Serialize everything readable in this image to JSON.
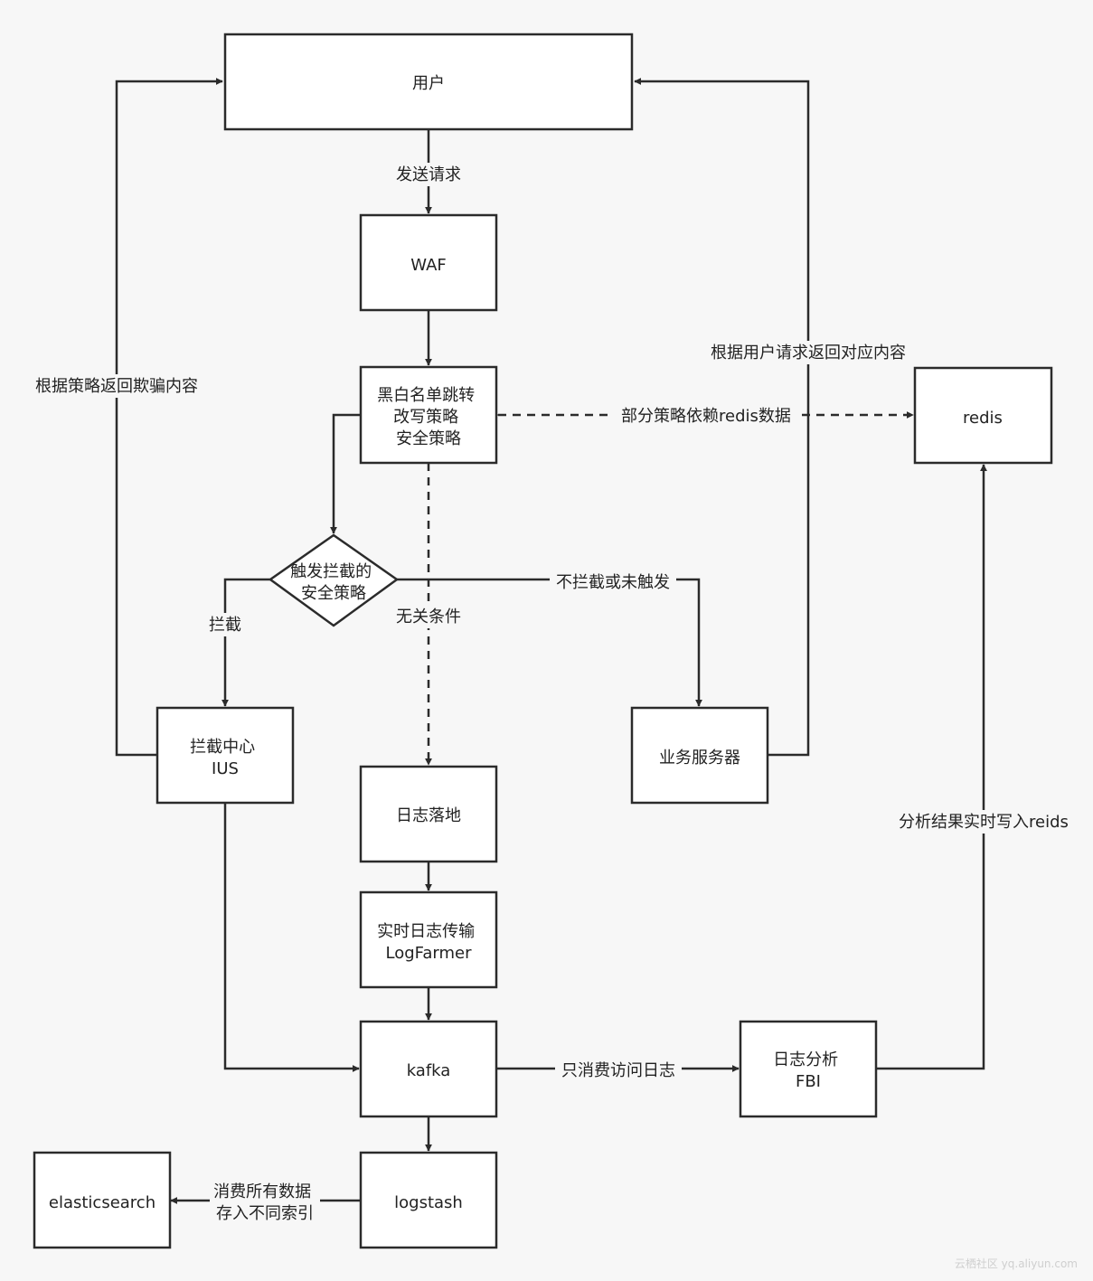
{
  "nodes": {
    "user": {
      "lines": [
        "用户"
      ]
    },
    "waf": {
      "lines": [
        "WAF"
      ]
    },
    "policy": {
      "lines": [
        "黑白名单跳转",
        "改写策略",
        "安全策略"
      ]
    },
    "decision": {
      "lines": [
        "触发拦截的",
        "安全策略"
      ]
    },
    "intercept": {
      "lines": [
        "拦截中心",
        "IUS"
      ]
    },
    "business": {
      "lines": [
        "业务服务器"
      ]
    },
    "redis": {
      "lines": [
        "redis"
      ]
    },
    "logland": {
      "lines": [
        "日志落地"
      ]
    },
    "logfarmer": {
      "lines": [
        "实时日志传输",
        "LogFarmer"
      ]
    },
    "kafka": {
      "lines": [
        "kafka"
      ]
    },
    "fbi": {
      "lines": [
        "日志分析",
        "FBI"
      ]
    },
    "logstash": {
      "lines": [
        "logstash"
      ]
    },
    "elasticsearch": {
      "lines": [
        "elasticsearch"
      ]
    }
  },
  "edges": {
    "send_request": {
      "lines": [
        "发送请求"
      ]
    },
    "return_fraud": {
      "lines": [
        "根据策略返回欺骗内容"
      ]
    },
    "return_content": {
      "lines": [
        "根据用户请求返回对应内容"
      ]
    },
    "redis_dep": {
      "lines": [
        "部分策略依赖redis数据"
      ]
    },
    "not_intercept": {
      "lines": [
        "不拦截或未触发"
      ]
    },
    "intercept": {
      "lines": [
        "拦截"
      ]
    },
    "unrelated": {
      "lines": [
        "无关条件"
      ]
    },
    "write_redis": {
      "lines": [
        "分析结果实时写入reids"
      ]
    },
    "consume_access": {
      "lines": [
        "只消费访问日志"
      ]
    },
    "consume_all": {
      "lines": [
        "消费所有数据",
        "存入不同索引"
      ]
    }
  },
  "watermark": "云栖社区 yq.aliyun.com"
}
